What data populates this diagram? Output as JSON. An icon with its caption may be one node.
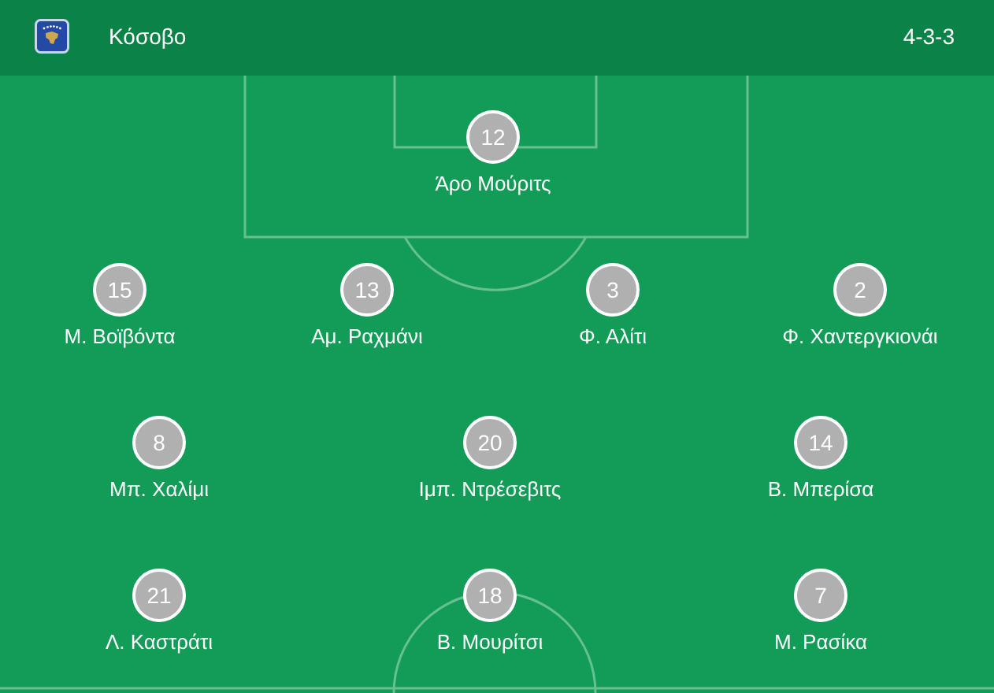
{
  "diagram": {
    "title": "Κόσοβο",
    "nodes": [
      {
        "text": [
          "12"
        ],
        "beside": [
          "Άρο Μούριτς"
        ]
      },
      {
        "text": [
          "15"
        ],
        "beside": [
          "Μ. Βοϊβόντα"
        ]
      },
      {
        "text": [
          "13"
        ],
        "beside": [
          "Αμ. Ραχμάνι"
        ]
      },
      {
        "text": [
          "3"
        ],
        "beside": [
          "Φ. Αλίτι"
        ]
      },
      {
        "text": [
          "2"
        ],
        "beside": [
          "Φ. Χαντεργκιονάι"
        ]
      },
      {
        "text": [
          "8"
        ],
        "beside": [
          "Μπ. Χαλίμι"
        ]
      },
      {
        "text": [
          "20"
        ],
        "beside": [
          "Ιμπ. Ντρέσεβιτς"
        ]
      },
      {
        "text": [
          "14"
        ],
        "beside": [
          "Β. Μπερίσα"
        ]
      },
      {
        "text": [
          "21"
        ],
        "beside": [
          "Λ. Καστράτι"
        ]
      },
      {
        "text": [
          "18"
        ],
        "beside": [
          "Β. Μουρίτσι"
        ]
      },
      {
        "text": [
          "7"
        ],
        "beside": [
          "Μ. Ρασίκα"
        ]
      }
    ],
    "labels": [
      "4-3-3"
    ]
  }
}
